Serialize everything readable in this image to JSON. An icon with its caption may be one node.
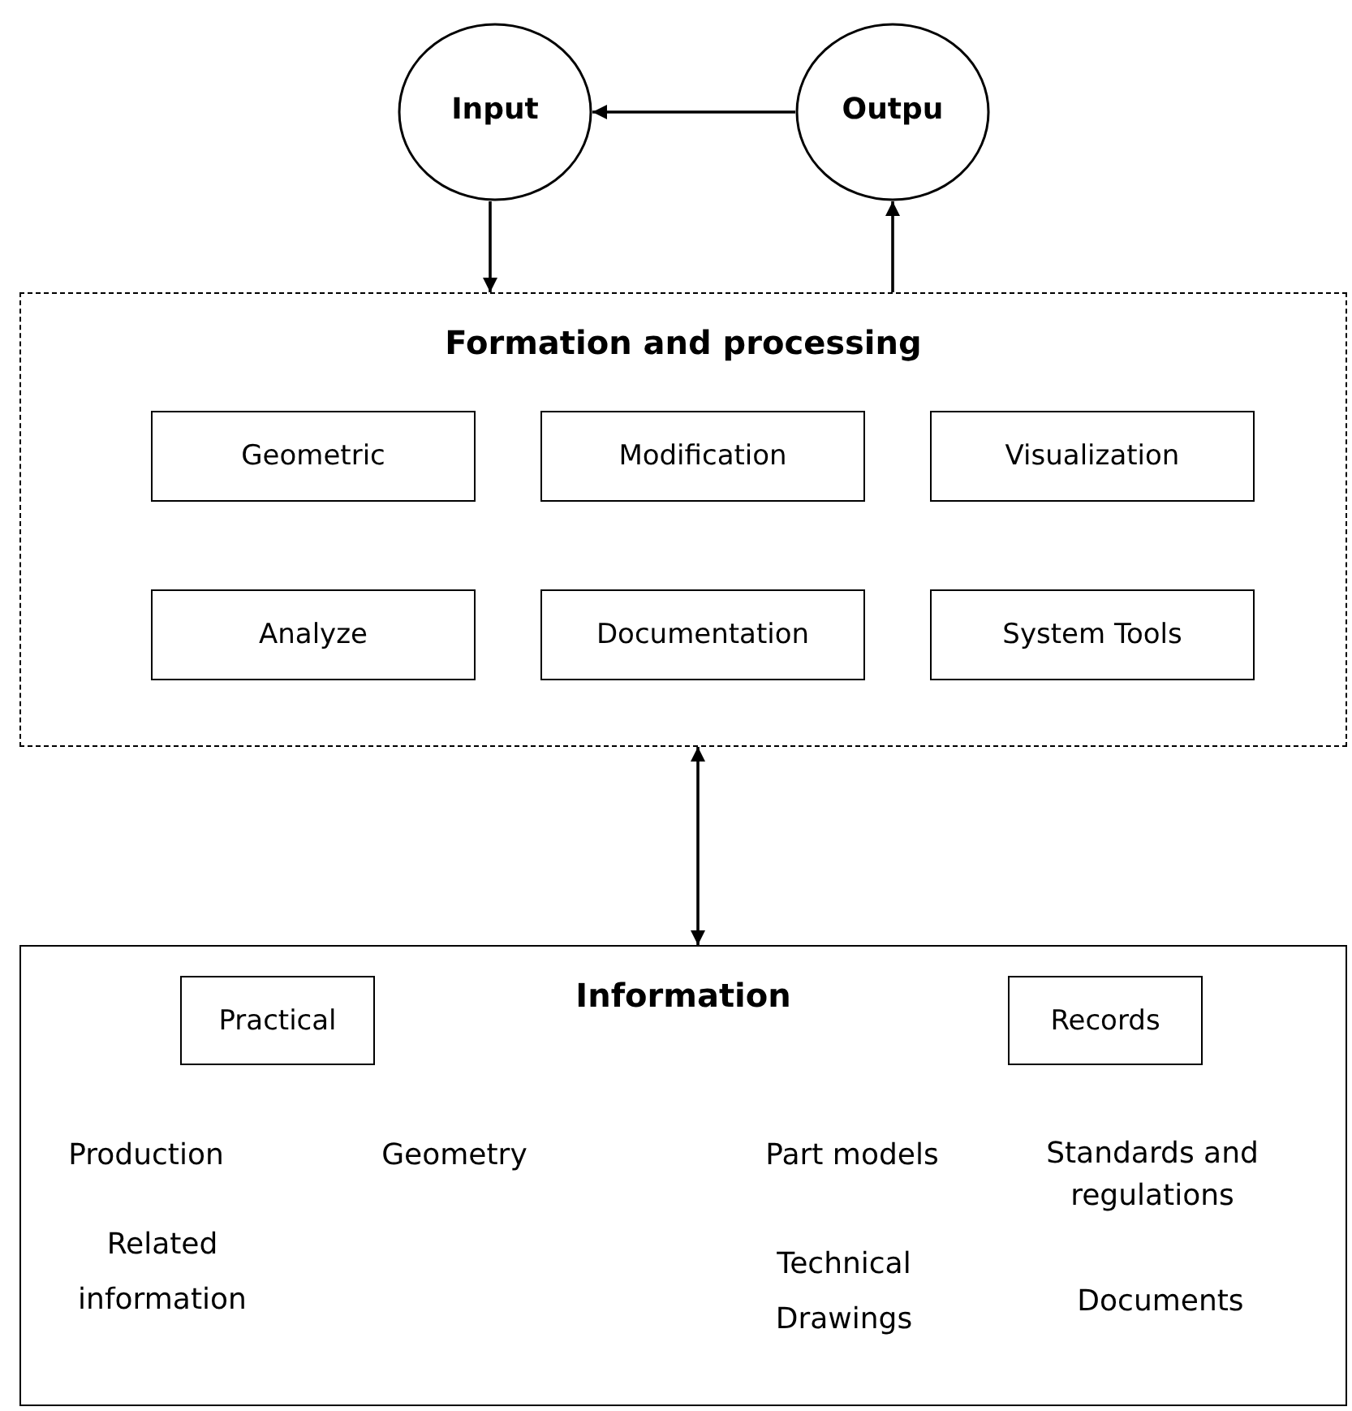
{
  "diagram": {
    "nodes": [
      {
        "text": [
          "Input"
        ]
      },
      {
        "text": [
          "Outpu"
        ]
      },
      {
        "text": [
          "Formation and processing"
        ]
      },
      {
        "text": [
          "Geometric"
        ],
        "in": 2
      },
      {
        "text": [
          "Modification"
        ],
        "in": 2
      },
      {
        "text": [
          "Visualization"
        ],
        "in": 2
      },
      {
        "text": [
          "Analyze"
        ],
        "in": 2
      },
      {
        "text": [
          "Documentation"
        ],
        "in": 2
      },
      {
        "text": [
          "System Tools"
        ],
        "in": 2
      },
      {
        "text": [
          "Information"
        ]
      },
      {
        "text": [
          "Practical"
        ],
        "in": 9
      },
      {
        "text": [
          "Records"
        ],
        "in": 9
      }
    ],
    "edges": [
      {
        "from": 1,
        "to": 0,
        "arrow": "to"
      },
      {
        "from": 0,
        "to": 2,
        "arrow": "to"
      },
      {
        "from": 2,
        "to": 1,
        "arrow": "to"
      },
      {
        "from": 2,
        "to": 9,
        "arrow": "both"
      }
    ],
    "labels": [
      "Production",
      "Geometry",
      "Part models",
      "Standards and regulations",
      "Related information",
      "Technical Drawings",
      "Documents"
    ]
  }
}
